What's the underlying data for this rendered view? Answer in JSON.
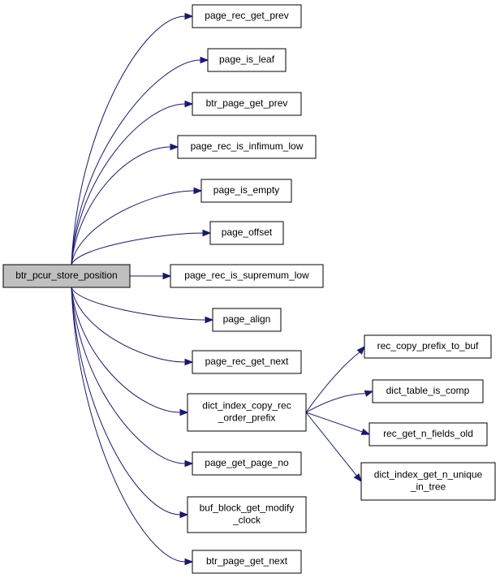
{
  "root": {
    "label": "btr_pcur_store_position"
  },
  "callees": [
    {
      "id": "n1",
      "lines": [
        "page_rec_get_prev"
      ]
    },
    {
      "id": "n2",
      "lines": [
        "page_is_leaf"
      ]
    },
    {
      "id": "n3",
      "lines": [
        "btr_page_get_prev"
      ]
    },
    {
      "id": "n4",
      "lines": [
        "page_rec_is_infimum_low"
      ]
    },
    {
      "id": "n5",
      "lines": [
        "page_is_empty"
      ]
    },
    {
      "id": "n6",
      "lines": [
        "page_offset"
      ]
    },
    {
      "id": "n7",
      "lines": [
        "page_rec_is_supremum_low"
      ]
    },
    {
      "id": "n8",
      "lines": [
        "page_align"
      ]
    },
    {
      "id": "n9",
      "lines": [
        "page_rec_get_next"
      ]
    },
    {
      "id": "n10",
      "lines": [
        "dict_index_copy_rec",
        "_order_prefix"
      ]
    },
    {
      "id": "n11",
      "lines": [
        "page_get_page_no"
      ]
    },
    {
      "id": "n12",
      "lines": [
        "buf_block_get_modify",
        "_clock"
      ]
    },
    {
      "id": "n13",
      "lines": [
        "btr_page_get_next"
      ]
    }
  ],
  "sub_callees": [
    {
      "id": "m1",
      "lines": [
        "rec_copy_prefix_to_buf"
      ]
    },
    {
      "id": "m2",
      "lines": [
        "dict_table_is_comp"
      ]
    },
    {
      "id": "m3",
      "lines": [
        "rec_get_n_fields_old"
      ]
    },
    {
      "id": "m4",
      "lines": [
        "dict_index_get_n_unique",
        "_in_tree"
      ]
    }
  ],
  "colors": {
    "edge": "#191970",
    "root_fill": "#bfbfbf",
    "node_fill": "#ffffff",
    "border": "#000000"
  }
}
